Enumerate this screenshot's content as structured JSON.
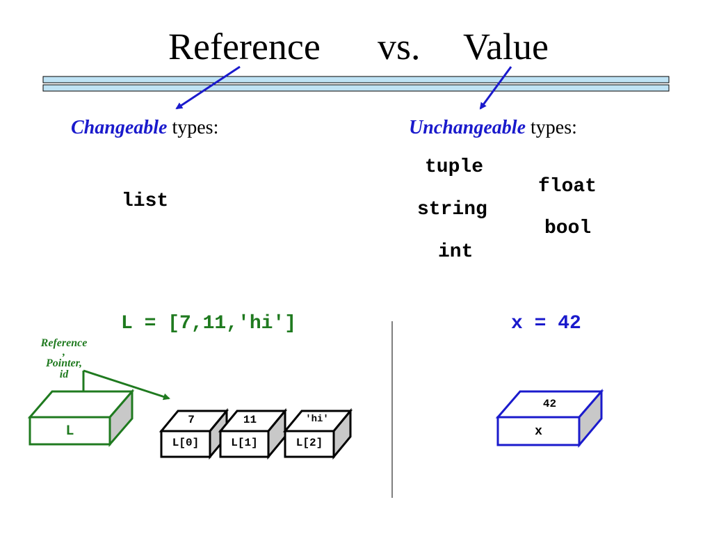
{
  "title": {
    "left": "Reference",
    "middle": "vs.",
    "right": "Value"
  },
  "left_column": {
    "heading_emphasis": "Changeable",
    "heading_rest": " types:",
    "types": [
      "list"
    ],
    "code": "L = [7,11,'hi']",
    "reference_label": [
      "Reference",
      ",",
      "Pointer,",
      "id"
    ],
    "variable_box_label": "L",
    "elements": [
      {
        "value": "7",
        "index": "L[0]"
      },
      {
        "value": "11",
        "index": "L[1]"
      },
      {
        "value": "'hi'",
        "index": "L[2]"
      }
    ]
  },
  "right_column": {
    "heading_emphasis": "Unchangeable",
    "heading_rest": " types:",
    "types": [
      "tuple",
      "float",
      "string",
      "bool",
      "int"
    ],
    "code": "x = 42",
    "variable_box_value": "42",
    "variable_box_label": "x"
  },
  "colors": {
    "accent_blue": "#1a1acc",
    "reference_green": "#1f7a1f",
    "rule_blue": "#bfe3f5"
  }
}
